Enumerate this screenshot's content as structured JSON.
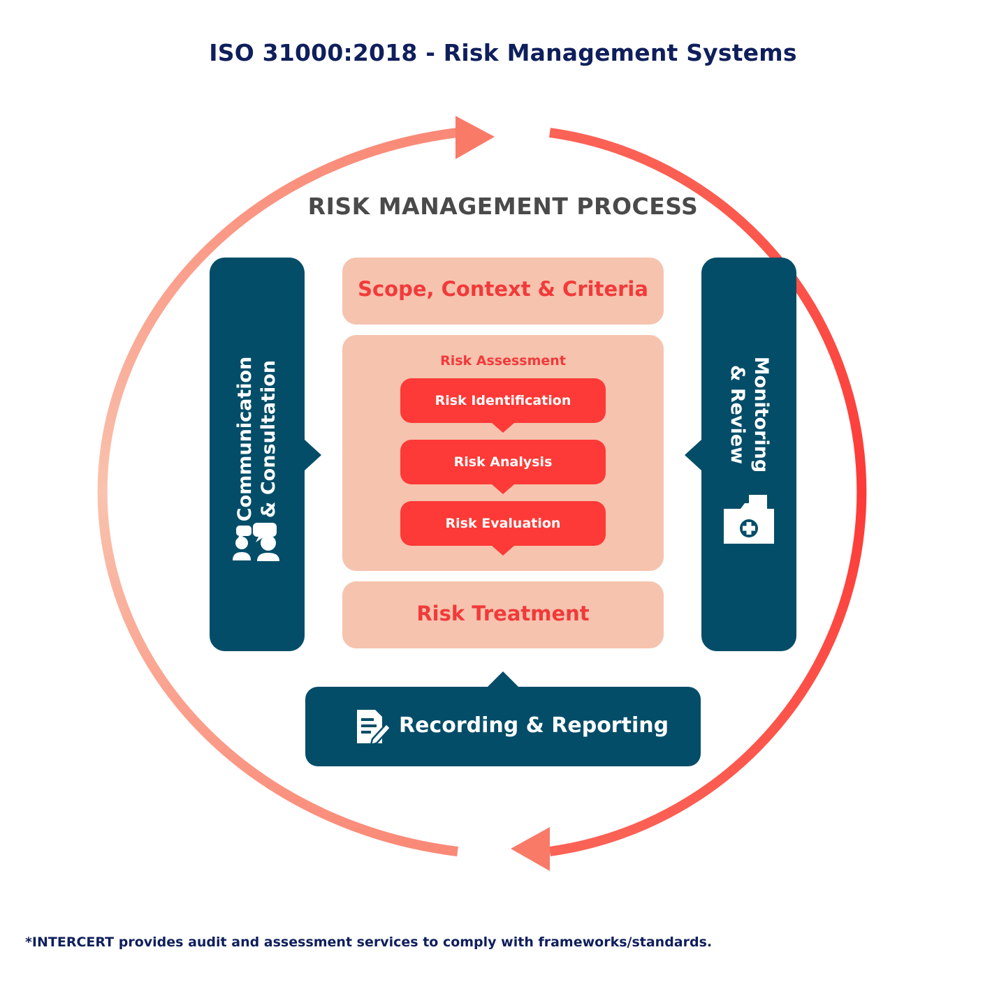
{
  "title": "ISO 31000:2018 - Risk Management Systems",
  "process_heading": "RISK MANAGEMENT PROCESS",
  "colors": {
    "title_navy": "#0f1f5c",
    "panel_teal": "#034d68",
    "box_peach": "#f6c3ae",
    "step_red": "#fd3a37",
    "text_red": "#f13a3a",
    "cycle_light": "#f9c3ae",
    "cycle_strong": "#fd3a37"
  },
  "left_panel": {
    "label_line1": "Communication",
    "label_line2": "& Consultation",
    "icon": "people-chat-icon"
  },
  "right_panel": {
    "label_line1": "Monitoring",
    "label_line2": "& Review",
    "icon": "medical-folder-icon"
  },
  "scope": {
    "label": "Scope, Context & Criteria"
  },
  "assessment": {
    "label": "Risk Assessment",
    "steps": [
      {
        "label": "Risk Identification"
      },
      {
        "label": "Risk Analysis"
      },
      {
        "label": "Risk Evaluation"
      }
    ]
  },
  "treatment": {
    "label": "Risk Treatment"
  },
  "recording": {
    "label": "Recording & Reporting",
    "icon": "document-edit-icon"
  },
  "footnote": "*INTERCERT provides audit and assessment services to comply with frameworks/standards."
}
